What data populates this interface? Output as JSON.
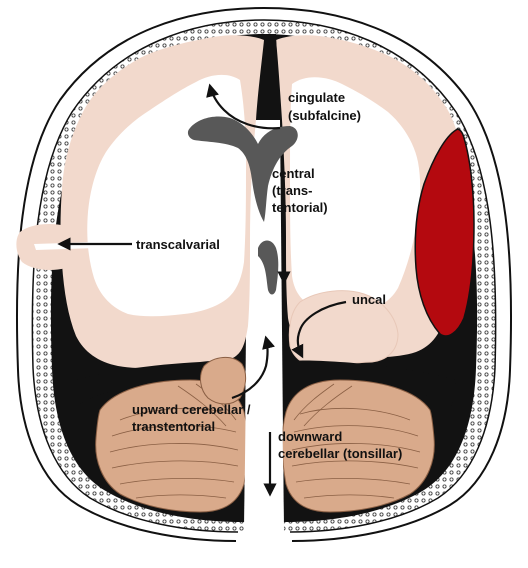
{
  "colors": {
    "skull_outline": "#111111",
    "bone_fill": "#ffffff",
    "dura_dark": "#121212",
    "gray_matter": "#f2d9cc",
    "white_matter": "#ffffff",
    "ventricle": "#585858",
    "hematoma": "#b4090f",
    "cerebellum": "#d9aa8b",
    "arrow": "#111111"
  },
  "labels": {
    "cingulate_line1": "cingulate",
    "cingulate_line2": "(subfalcine)",
    "central_line1": "central",
    "central_line2": "(trans-",
    "central_line3": "tentorial)",
    "transcalvarial": "transcalvarial",
    "uncal": "uncal",
    "upward_line1": "upward cerebellar /",
    "upward_line2": "transtentorial",
    "downward_line1": "downward",
    "downward_line2": "cerebellar (tonsillar)"
  }
}
